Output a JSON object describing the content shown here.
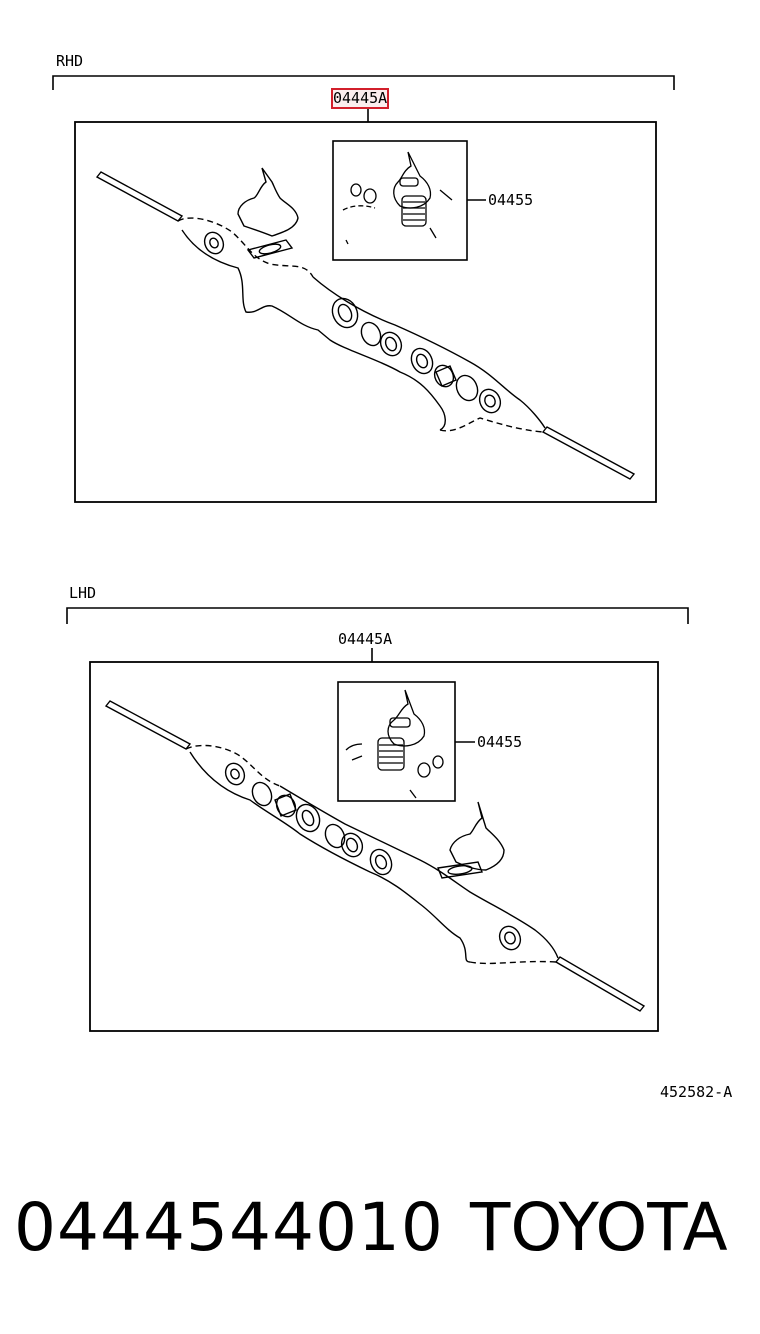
{
  "rhd": {
    "section_label": "RHD",
    "assembly_callout": "04445A",
    "kit_callout": "04455"
  },
  "lhd": {
    "section_label": "LHD",
    "assembly_callout": "04445A",
    "kit_callout": "04455"
  },
  "illustration_code": "452582-A",
  "footer": {
    "part_number": "0444544010",
    "brand": "TOYOTA"
  },
  "colors": {
    "line": "#000000",
    "highlight": "#d21f2b",
    "background": "#ffffff"
  }
}
